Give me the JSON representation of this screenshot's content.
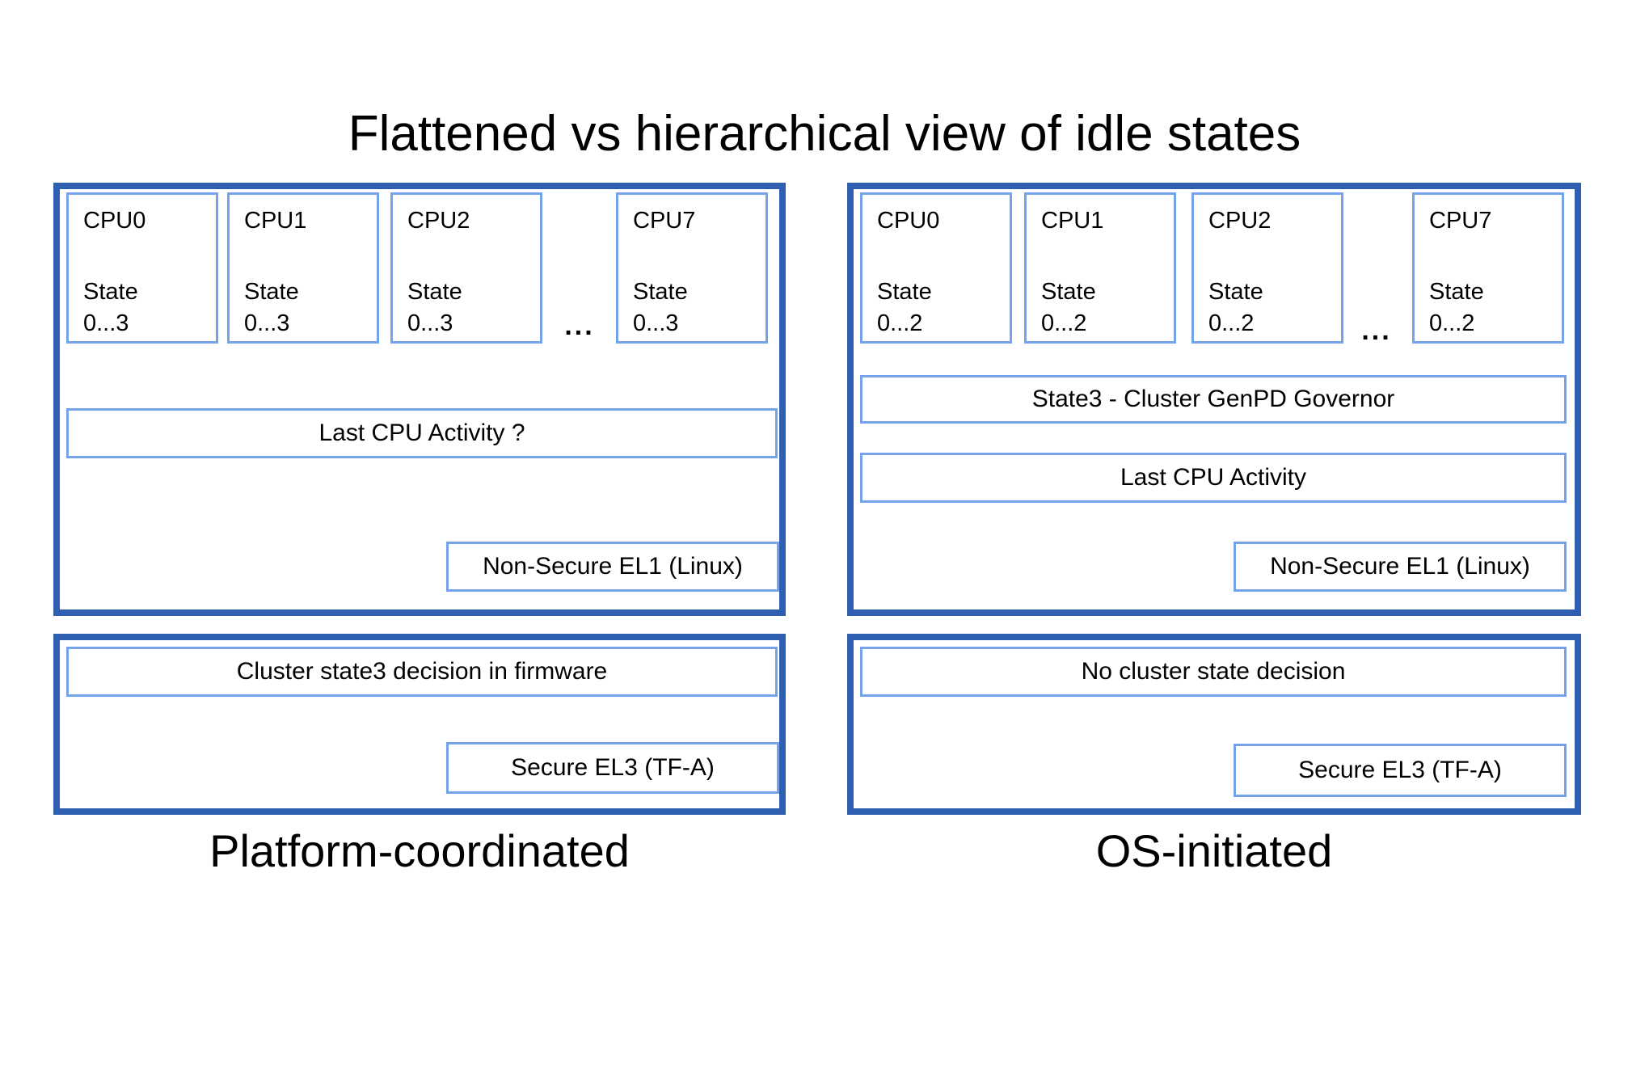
{
  "title": "Flattened vs hierarchical view of idle states",
  "colors": {
    "outer_border": "#2f5fb0",
    "inner_border": "#74a3ec",
    "text": "#000000",
    "background": "#ffffff"
  },
  "left_panel": {
    "caption": "Platform-coordinated",
    "ellipsis": "...",
    "cpus": [
      {
        "name": "CPU0",
        "state_line1": "State",
        "state_line2": "0...3"
      },
      {
        "name": "CPU1",
        "state_line1": "State",
        "state_line2": "0...3"
      },
      {
        "name": "CPU2",
        "state_line1": "State",
        "state_line2": "0...3"
      },
      {
        "name": "CPU7",
        "state_line1": "State",
        "state_line2": "0...3"
      }
    ],
    "activity_label": "Last CPU Activity ?",
    "el1_label": "Non-Secure EL1 (Linux)",
    "firmware_label": "Cluster state3 decision in firmware",
    "el3_label": "Secure EL3 (TF-A)"
  },
  "right_panel": {
    "caption": "OS-initiated",
    "ellipsis": "...",
    "cpus": [
      {
        "name": "CPU0",
        "state_line1": "State",
        "state_line2": "0...2"
      },
      {
        "name": "CPU1",
        "state_line1": "State",
        "state_line2": "0...2"
      },
      {
        "name": "CPU2",
        "state_line1": "State",
        "state_line2": "0...2"
      },
      {
        "name": "CPU7",
        "state_line1": "State",
        "state_line2": "0...2"
      }
    ],
    "governor_label": "State3 - Cluster GenPD Governor",
    "activity_label": "Last CPU Activity",
    "el1_label": "Non-Secure EL1 (Linux)",
    "decision_label": "No cluster state decision",
    "el3_label": "Secure EL3 (TF-A)"
  }
}
